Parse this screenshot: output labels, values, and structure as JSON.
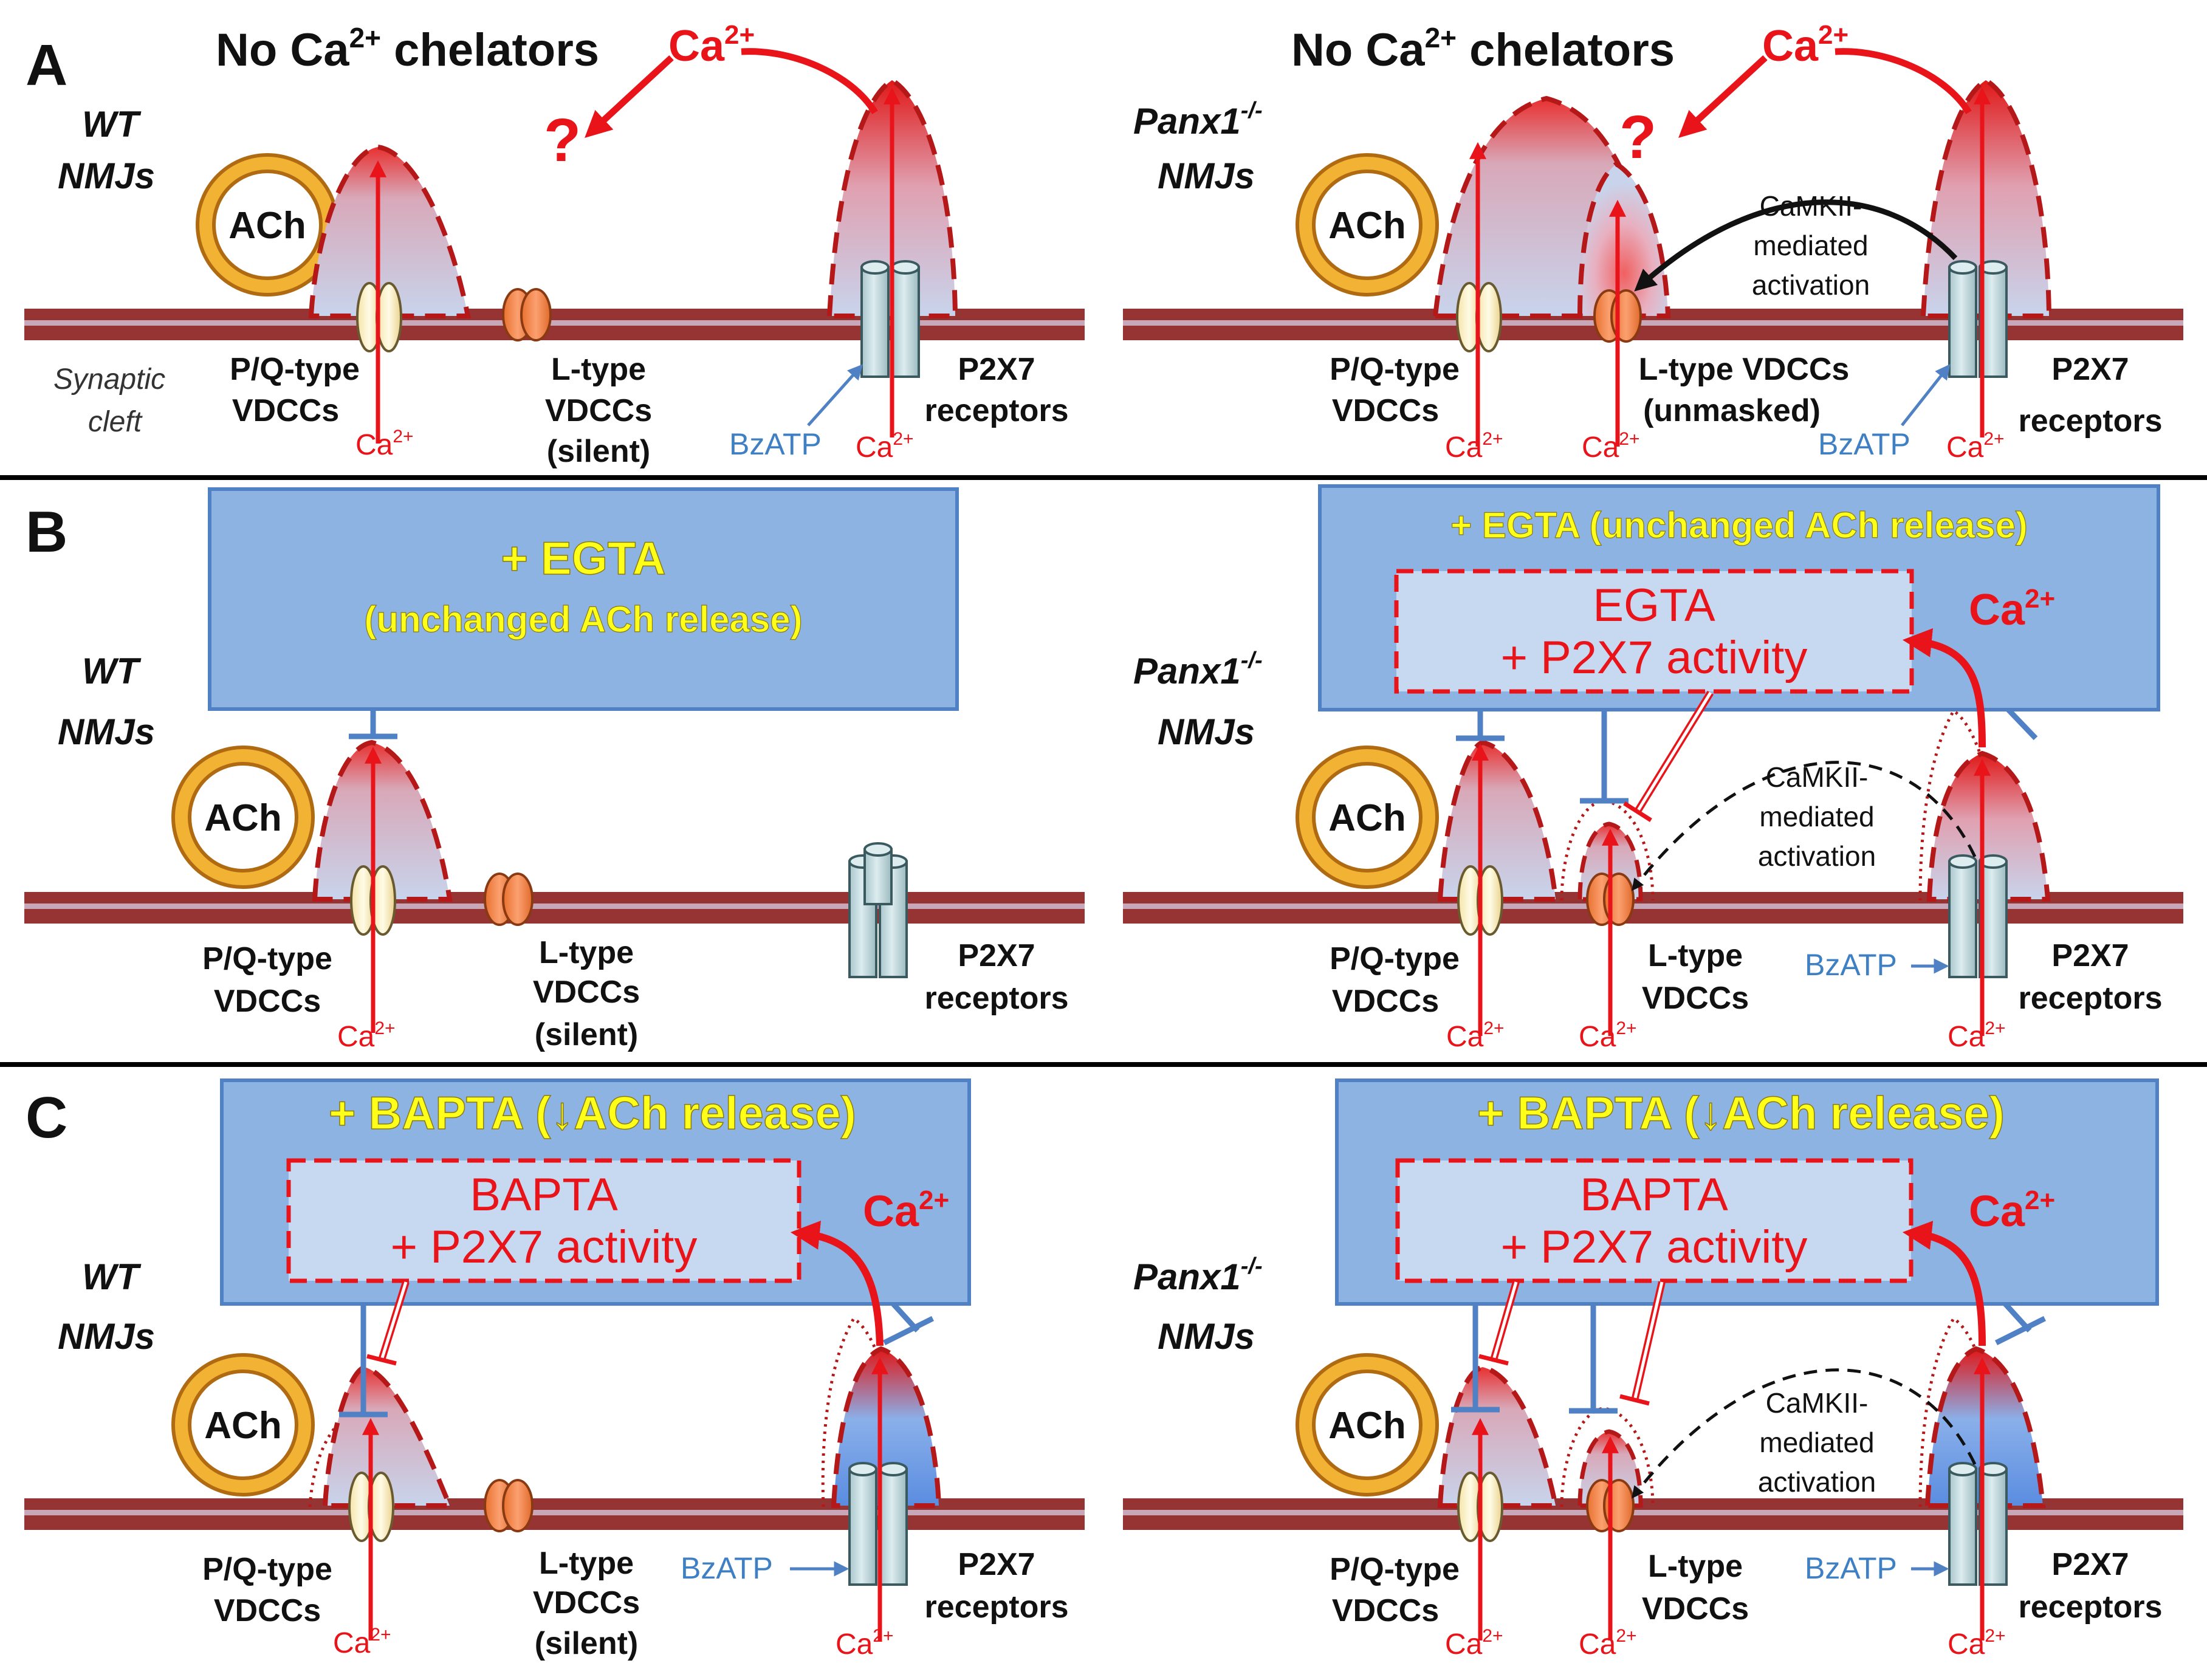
{
  "panels": {
    "A": {
      "letter": "A",
      "wt": {
        "title_prefix": "No Ca",
        "title_sup": "2+",
        "title_suffix": " chelators",
        "genotype_line1": "WT",
        "genotype_line2": "NMJs",
        "question_mark": "?",
        "ca_arrow_label": "Ca",
        "ca_arrow_sup": "2+",
        "cleft_line1": "Synaptic",
        "cleft_line2": "cleft",
        "pq_line1": "P/Q-type",
        "pq_line2": "VDCCs",
        "l_line1": "L-type",
        "l_line2": "VDCCs",
        "l_line3": "(silent)",
        "p2x7_line1": "P2X7",
        "p2x7_line2": "receptors",
        "bzatp": "BzATP"
      },
      "ko": {
        "title_prefix": "No Ca",
        "title_sup": "2+",
        "title_suffix": " chelators",
        "genotype_line1": "Panx1",
        "genotype_sup": "-/-",
        "genotype_line2": "NMJs",
        "question_mark": "?",
        "ca_arrow_label": "Ca",
        "ca_arrow_sup": "2+",
        "camkii_line1": "CaMKII-",
        "camkii_line2": "mediated",
        "camkii_line3": "activation",
        "pq_line1": "P/Q-type",
        "pq_line2": "VDCCs",
        "l_line1": "L-type VDCCs",
        "l_line2": "(unmasked)",
        "p2x7_line1": "P2X7",
        "p2x7_line2": "receptors",
        "bzatp": "BzATP"
      }
    },
    "B": {
      "letter": "B",
      "wt": {
        "box_title": "+ EGTA",
        "box_subtitle": "(unchanged ACh release)",
        "genotype_line1": "WT",
        "genotype_line2": "NMJs",
        "pq_line1": "P/Q-type",
        "pq_line2": "VDCCs",
        "l_line1": "L-type",
        "l_line2": "VDCCs",
        "l_line3": "(silent)",
        "p2x7_line1": "P2X7",
        "p2x7_line2": "receptors"
      },
      "ko": {
        "box_title": "+ EGTA (unchanged ACh release)",
        "inner_line1": "EGTA",
        "inner_line2": "+ P2X7 activity",
        "genotype_line1": "Panx1",
        "genotype_sup": "-/-",
        "genotype_line2": "NMJs",
        "camkii_line1": "CaMKII-",
        "camkii_line2": "mediated",
        "camkii_line3": "activation",
        "pq_line1": "P/Q-type",
        "pq_line2": "VDCCs",
        "l_line1": "L-type",
        "l_line2": "VDCCs",
        "p2x7_line1": "P2X7",
        "p2x7_line2": "receptors",
        "bzatp": "BzATP"
      }
    },
    "C": {
      "letter": "C",
      "wt": {
        "box_title": "+ BAPTA (↓ACh release)",
        "inner_line1": "BAPTA",
        "inner_line2": "+ P2X7 activity",
        "genotype_line1": "WT",
        "genotype_line2": "NMJs",
        "pq_line1": "P/Q-type",
        "pq_line2": "VDCCs",
        "l_line1": "L-type",
        "l_line2": "VDCCs",
        "l_line3": "(silent)",
        "p2x7_line1": "P2X7",
        "p2x7_line2": "receptors",
        "bzatp": "BzATP"
      },
      "ko": {
        "box_title": "+ BAPTA (↓ACh release)",
        "inner_line1": "BAPTA",
        "inner_line2": "+ P2X7 activity",
        "genotype_line1": "Panx1",
        "genotype_sup": "-/-",
        "genotype_line2": "NMJs",
        "camkii_line1": "CaMKII-",
        "camkii_line2": "mediated",
        "camkii_line3": "activation",
        "pq_line1": "P/Q-type",
        "pq_line2": "VDCCs",
        "l_line1": "L-type",
        "l_line2": "VDCCs",
        "p2x7_line1": "P2X7",
        "p2x7_line2": "receptors",
        "bzatp": "BzATP"
      }
    }
  },
  "common": {
    "ach": "ACh",
    "ca_label": "Ca",
    "ca_sup": "2+"
  },
  "colors": {
    "membrane": "#963333",
    "calcium": "#e8141a",
    "chelator_box": "#8db3e2",
    "chelator_text": "#ffff1a",
    "blocker": "#4f81c4",
    "vesicle": "#f2b233",
    "pq_channel": "#fff2c0",
    "l_channel": "#f7864a",
    "p2x7": "#bcd8de"
  }
}
